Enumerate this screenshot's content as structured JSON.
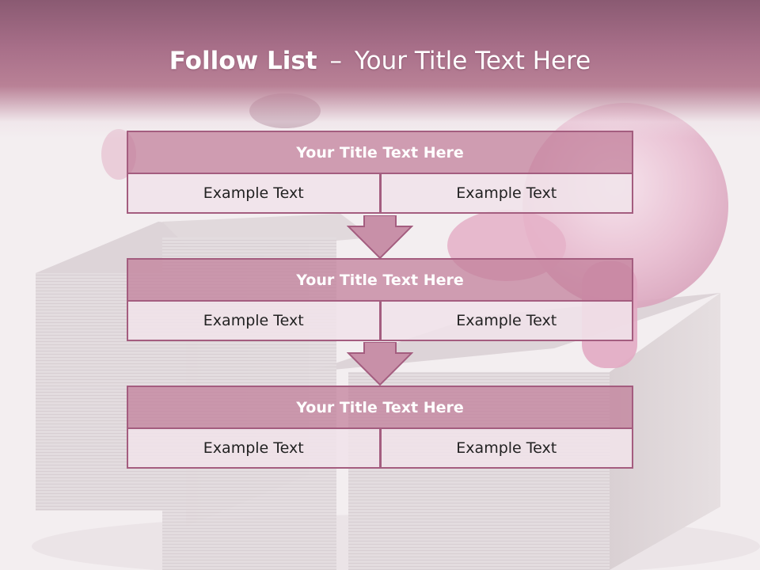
{
  "slide": {
    "title_bold": "Follow List",
    "title_sep": "–",
    "title_rest": "Your Title Text Here"
  },
  "blocks": [
    {
      "title": "Your Title Text Here",
      "left": "Example Text",
      "right": "Example Text"
    },
    {
      "title": "Your Title Text Here",
      "left": "Example Text",
      "right": "Example Text"
    },
    {
      "title": "Your Title Text Here",
      "left": "Example Text",
      "right": "Example Text"
    }
  ],
  "colors": {
    "header": "#a86f89",
    "block_title_fill": "#c07d98",
    "block_cell_fill": "#f0e2e9",
    "border": "#a45d7f",
    "arrow_fill": "#c890a8"
  },
  "background": {
    "image_subject": "piggy-bank-on-money-stacks"
  }
}
